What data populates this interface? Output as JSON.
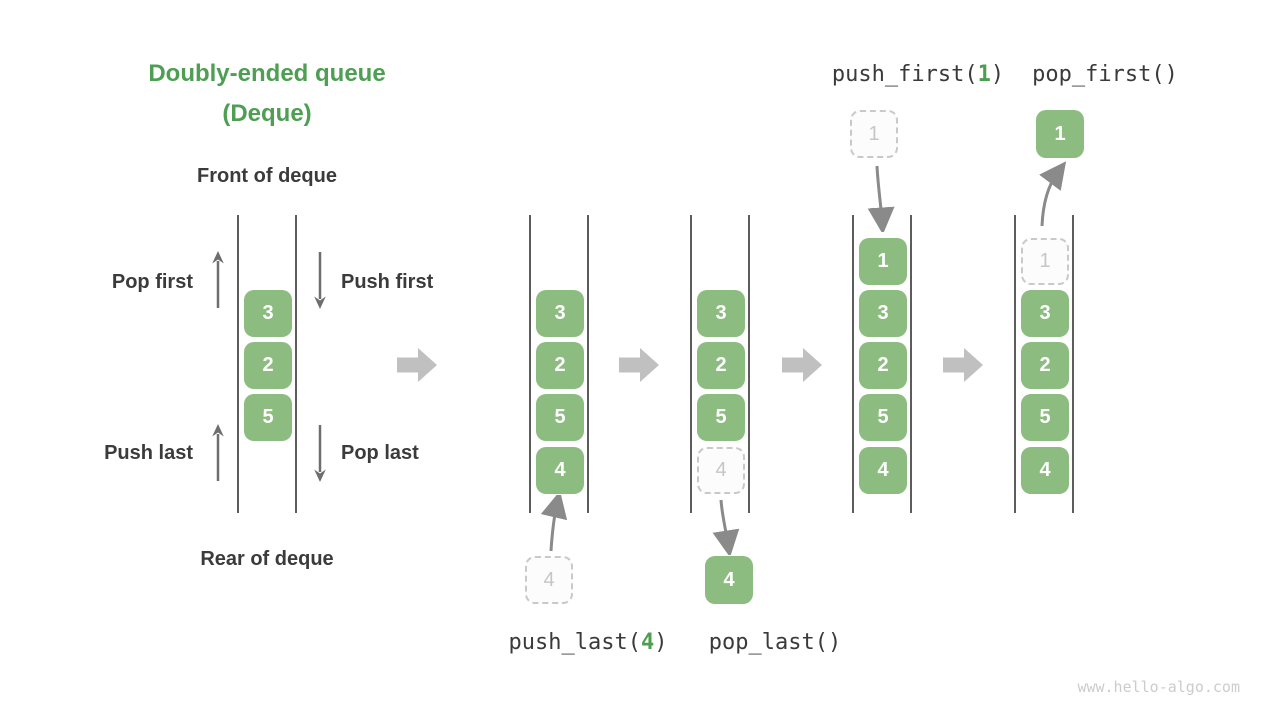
{
  "title": {
    "line1": "Doubly-ended queue",
    "line2": "(Deque)"
  },
  "front_label": "Front of deque",
  "rear_label": "Rear of deque",
  "side_labels": {
    "pop_first": "Pop first",
    "push_first": "Push first",
    "push_last": "Push last",
    "pop_last": "Pop last"
  },
  "operations": {
    "push_last": {
      "prefix": "push_last(",
      "arg": "4",
      "suffix": ")"
    },
    "pop_last": "pop_last()",
    "push_first": {
      "prefix": "push_first(",
      "arg": "1",
      "suffix": ")"
    },
    "pop_first": "pop_first()"
  },
  "columns": [
    {
      "boxes": [
        "3",
        "2",
        "5"
      ]
    },
    {
      "boxes": [
        "3",
        "2",
        "5",
        "4"
      ],
      "incoming": "4"
    },
    {
      "boxes": [
        "3",
        "2",
        "5"
      ],
      "ghost": "4",
      "popped": "4"
    },
    {
      "boxes": [
        "1",
        "3",
        "2",
        "5",
        "4"
      ],
      "incoming": "1"
    },
    {
      "boxes": [
        "3",
        "2",
        "5",
        "4"
      ],
      "ghost": "1",
      "popped": "1"
    }
  ],
  "colors": {
    "box_green": "#8dbc81",
    "accent_green": "#4e9e52",
    "dark_text": "#3b3b3b",
    "small_arrow_gray": "#6e6e6e",
    "connector_gray": "#8a8a8a",
    "big_arrow_gray": "#c0c0c0",
    "ghost_gray": "#c9c9c9",
    "wall_gray": "#5c5c5c"
  },
  "watermark": "www.hello-algo.com"
}
